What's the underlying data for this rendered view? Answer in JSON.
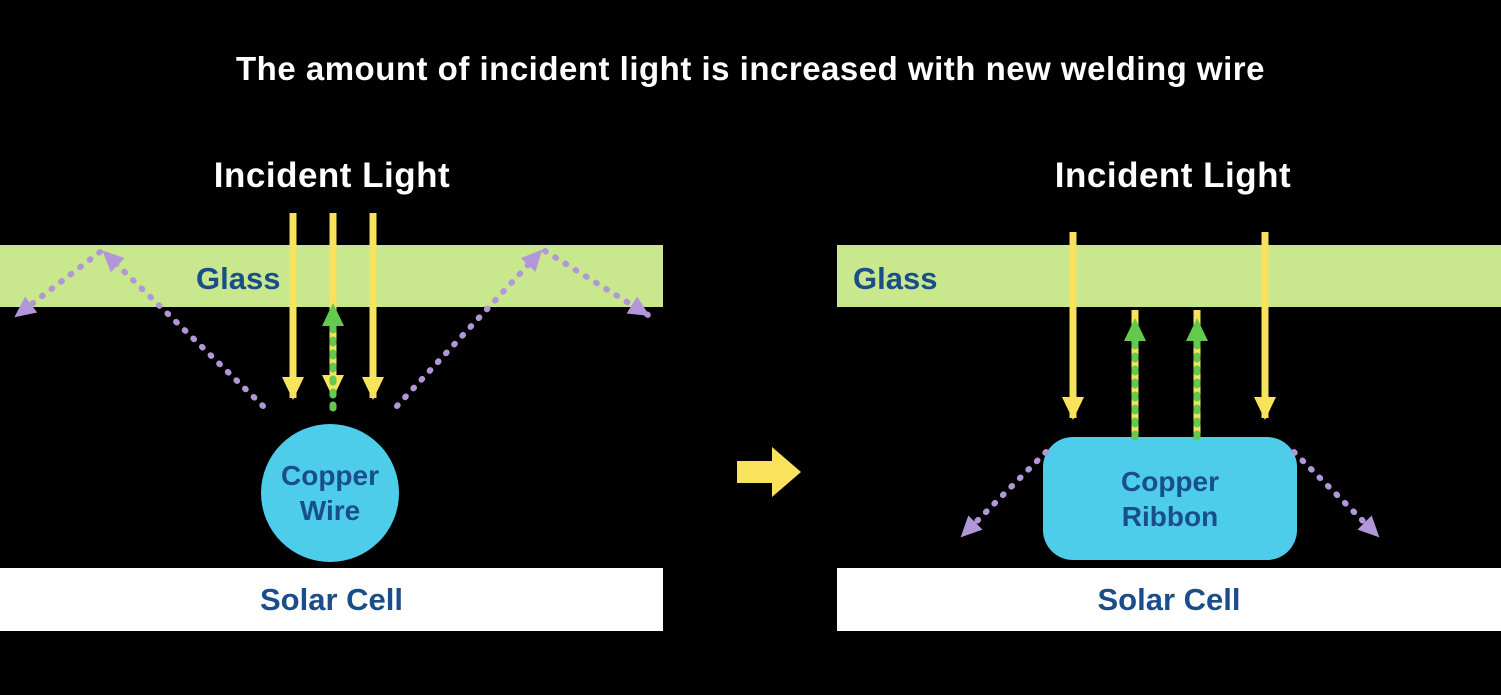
{
  "title": "The amount of incident light is increased with new welding wire",
  "left_panel": {
    "incident_light_label": "Incident Light",
    "glass_label": "Glass",
    "copper_label_line1": "Copper",
    "copper_label_line2": "Wire",
    "solar_cell_label": "Solar Cell"
  },
  "right_panel": {
    "incident_light_label": "Incident Light",
    "glass_label": "Glass",
    "copper_label_line1": "Copper",
    "copper_label_line2": "Ribbon",
    "solar_cell_label": "Solar Cell"
  },
  "colors": {
    "background": "#000000",
    "title_text": "#ffffff",
    "glass_band": "#c9e78c",
    "label_blue": "#1a4e8a",
    "incident_light_yellow": "#f9e35c",
    "reflected_light_green": "#63c94f",
    "escaping_light_purple": "#b297d8",
    "copper_cyan": "#4dcdea",
    "solar_cell_white": "#ffffff"
  },
  "icons": {
    "transition_arrow": "right-arrow"
  }
}
